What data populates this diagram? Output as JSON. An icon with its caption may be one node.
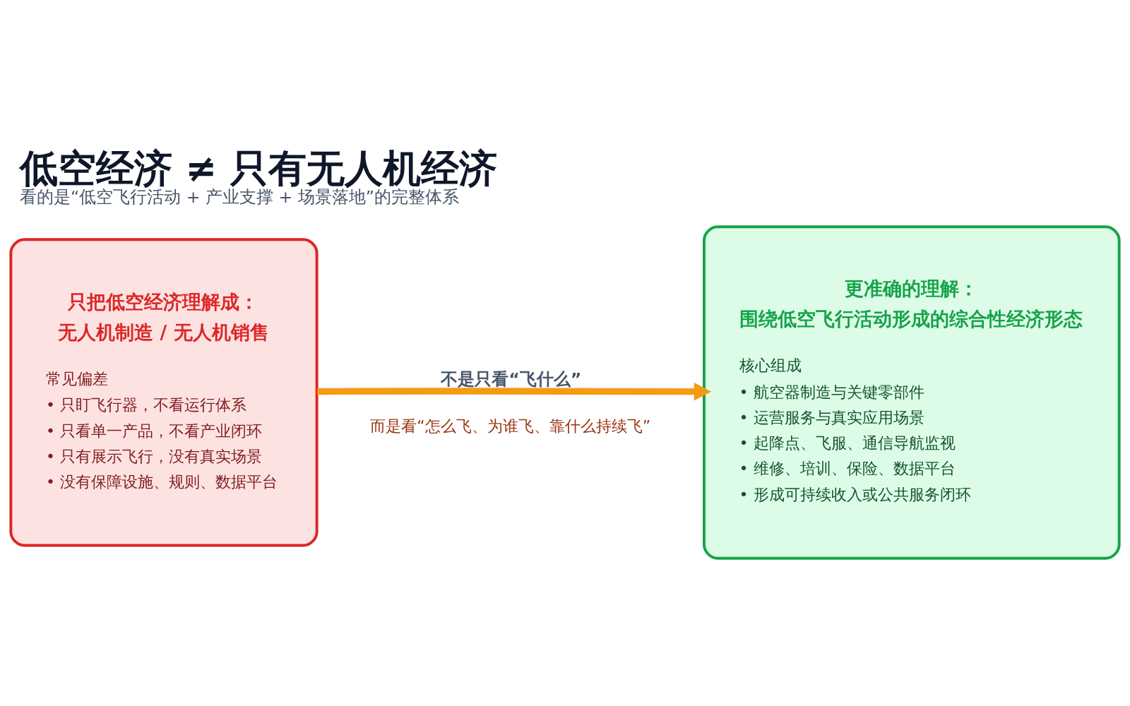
{
  "diagram": {
    "title": "低空经济 ≠ 只有无人机经济",
    "caption": "看的是“低空飞行活动 + 产业支撑 + 场景落地”的完整体系",
    "nodes": [
      {
        "text": [
          "只把低空经济理解成：",
          "无人机制造 / 无人机销售",
          "常见偏差",
          "• 只盯飞行器，不看运行体系",
          "• 只看单一产品，不看产业闭环",
          "• 只有展示飞行，没有真实场景",
          "• 没有保障设施、规则、数据平台"
        ]
      },
      {
        "text": [
          "更准确的理解：",
          "围绕低空飞行活动形成的综合性经济形态",
          "核心组成",
          "• 航空器制造与关键零部件",
          "• 运营服务与真实应用场景",
          "• 起降点、飞服、通信导航监视",
          "• 维修、培训、保险、数据平台",
          "• 形成可持续收入或公共服务闭环"
        ]
      }
    ],
    "edges": [
      {
        "from": 0,
        "to": 1,
        "arrow": "to",
        "label": "不是只看“飞什么”",
        "color": "#f39c12"
      }
    ],
    "labels": [
      "而是看“怎么飞、为谁飞、靠什么持续飞”"
    ]
  }
}
